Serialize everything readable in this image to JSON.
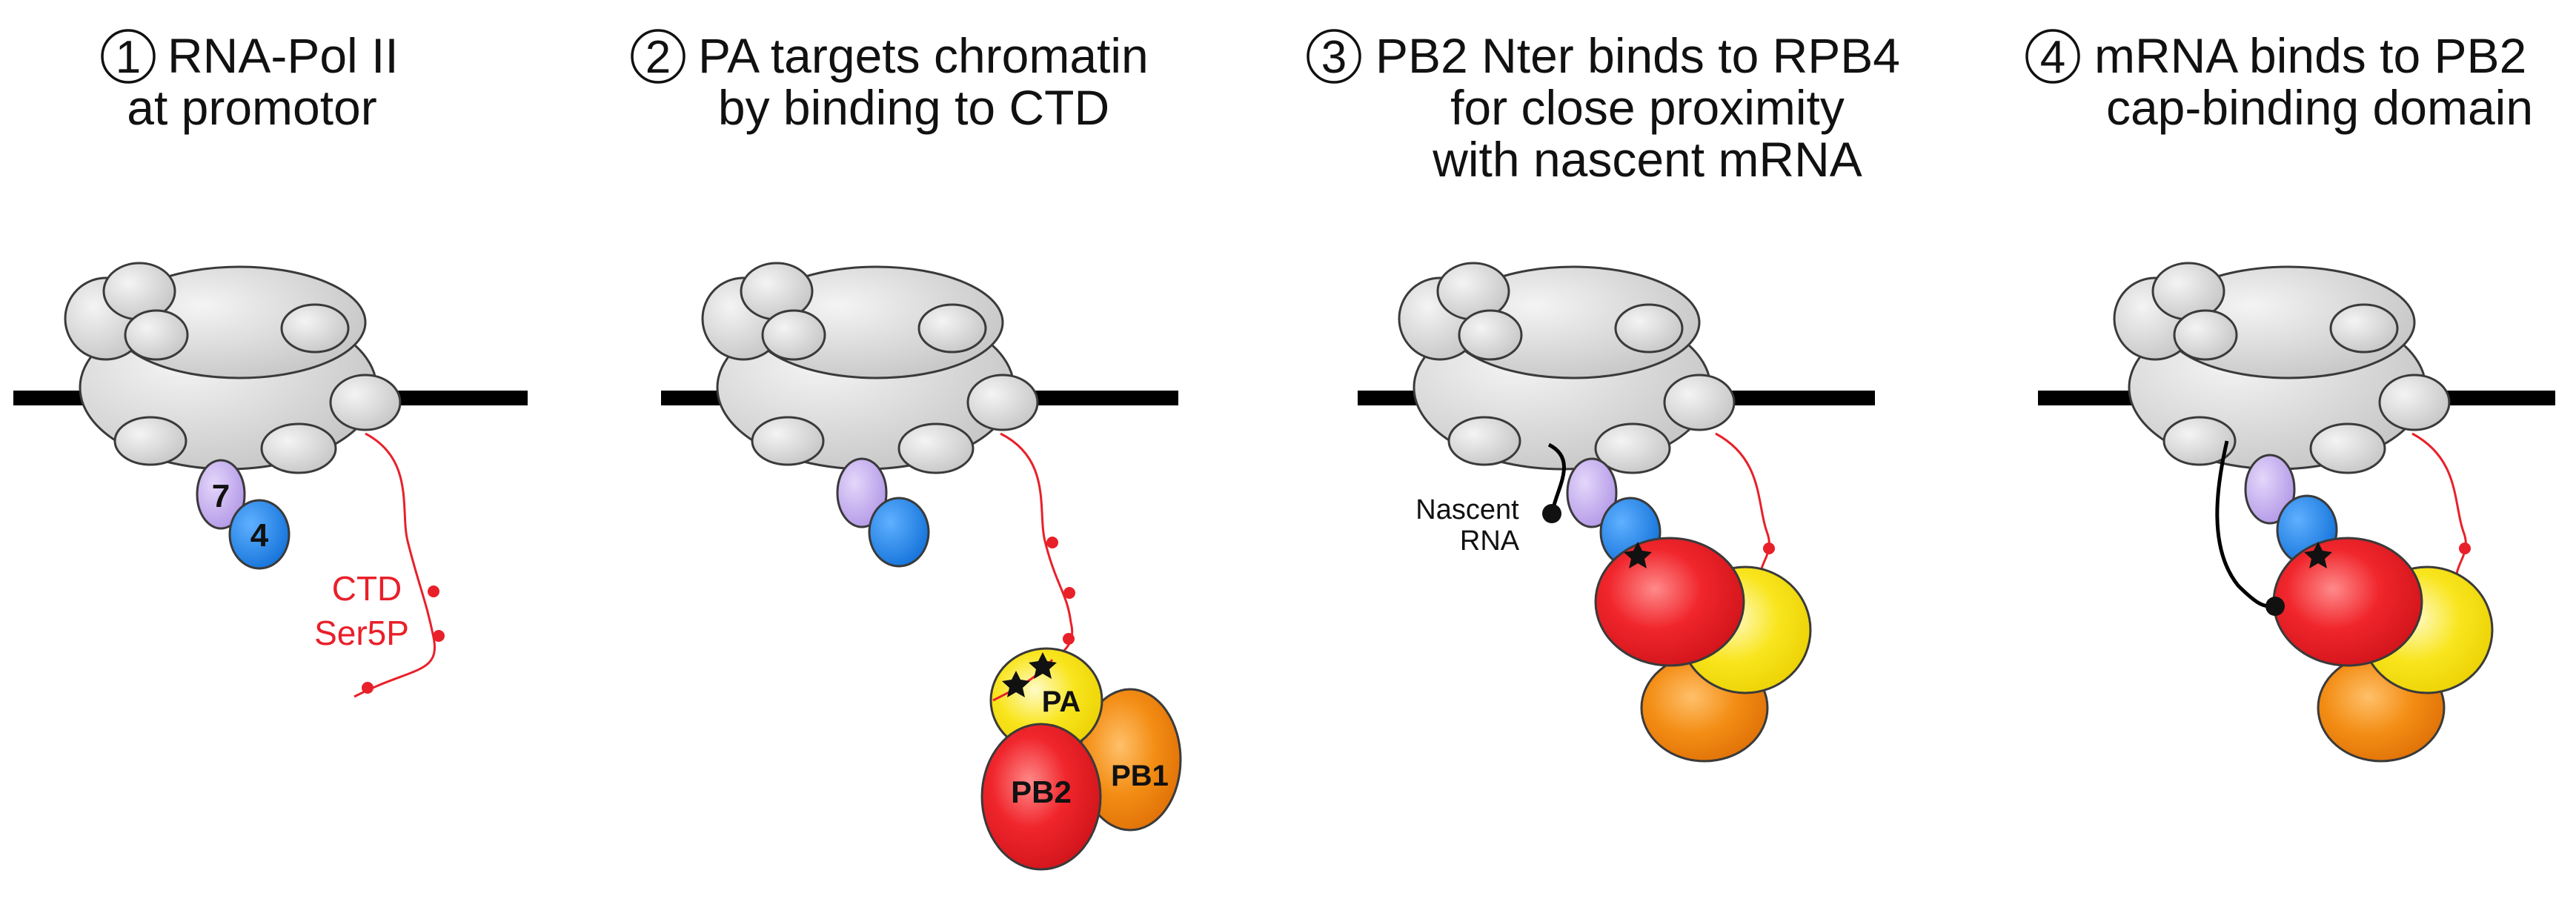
{
  "panels": [
    {
      "number": "1",
      "title_lines": [
        "RNA-Pol II",
        "at promotor"
      ]
    },
    {
      "number": "2",
      "title_lines": [
        "PA targets chromatin",
        "by binding to CTD"
      ]
    },
    {
      "number": "3",
      "title_lines": [
        "PB2 Nter binds to RPB4",
        "for close proximity",
        "with nascent mRNA"
      ]
    },
    {
      "number": "4",
      "title_lines": [
        "mRNA binds to PB2",
        "cap-binding domain"
      ]
    }
  ],
  "labels": {
    "rpb7": "7",
    "rpb4": "4",
    "ctd_line1": "CTD",
    "ctd_line2": "Ser5P",
    "pa": "PA",
    "pb2": "PB2",
    "pb1": "PB1",
    "nascent_line1": "Nascent",
    "nascent_line2": "RNA"
  },
  "colors": {
    "polymerase_grey": "#d4d4d4",
    "rpb7_lavender": "#c2a8ec",
    "rpb4_blue": "#1f86e6",
    "ctd_red": "#e8202a",
    "pa_yellow": "#f6e21a",
    "pb2_red": "#e61e25",
    "pb1_orange": "#f18a12",
    "dna_black": "#000000"
  },
  "icons": {
    "star": "phosphate-star-icon",
    "dot": "ser5p-dot-icon"
  }
}
